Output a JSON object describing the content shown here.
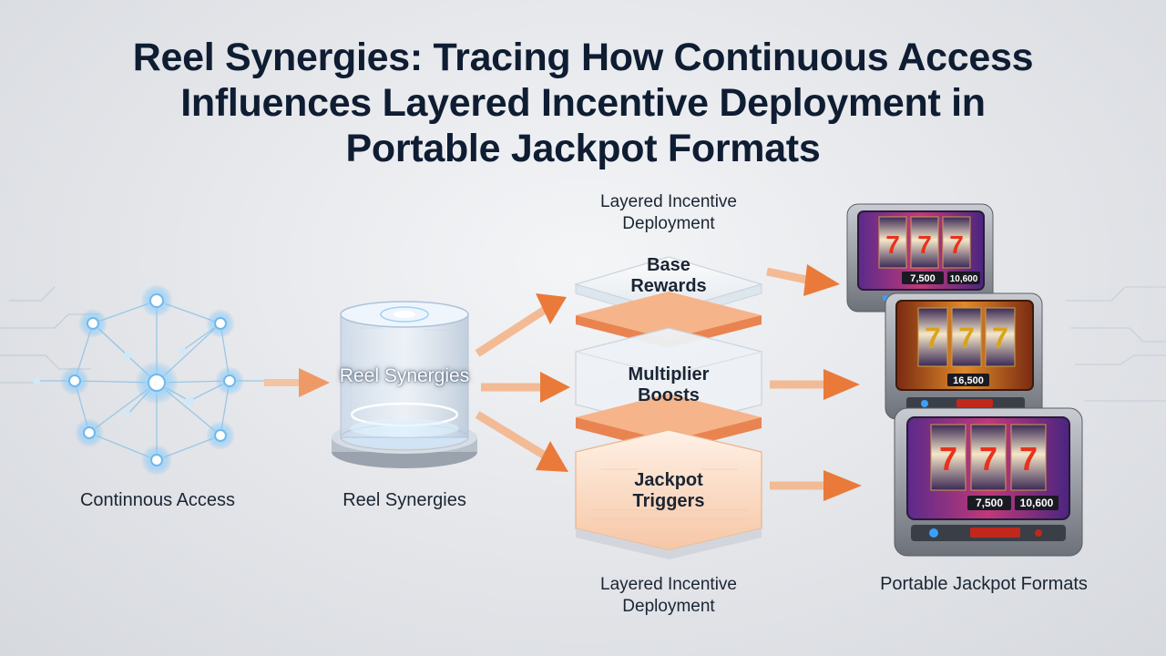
{
  "title": {
    "line1": "Reel Synergies: Tracing How Continuous Access",
    "line2": "Influences Layered Incentive Deployment in",
    "line3": "Portable Jackpot Formats"
  },
  "nodes": {
    "continuous_access": {
      "label": "Continnous Access"
    },
    "reel_synergies": {
      "inner_label": "Reel Synergies",
      "label": "Reel Synergies"
    },
    "layered_incentive": {
      "top_label": "Layered Incentive Deployment",
      "bottom_label": "Layered Incentive Deployment",
      "layers": [
        {
          "label_line1": "Base",
          "label_line2": "Rewards"
        },
        {
          "label_line1": "Multiplier",
          "label_line2": "Boosts"
        },
        {
          "label_line1": "Jackpot",
          "label_line2": "Triggers"
        }
      ]
    },
    "portable_formats": {
      "label": "Portable Jackpot Formats",
      "machines": [
        {
          "symbols": [
            "7",
            "7",
            "7"
          ],
          "credit": "7,500",
          "win": "10,600"
        },
        {
          "symbols": [
            "7",
            "7",
            "7"
          ],
          "credit": "",
          "win": "16,500"
        },
        {
          "symbols": [
            "7",
            "7",
            "7"
          ],
          "credit": "7,500",
          "win": "10,600"
        }
      ]
    }
  },
  "colors": {
    "arrow": "#e87a3e",
    "network": "#7cc6f2",
    "title": "#0f1d33",
    "layer_orange": "#f0a070"
  }
}
